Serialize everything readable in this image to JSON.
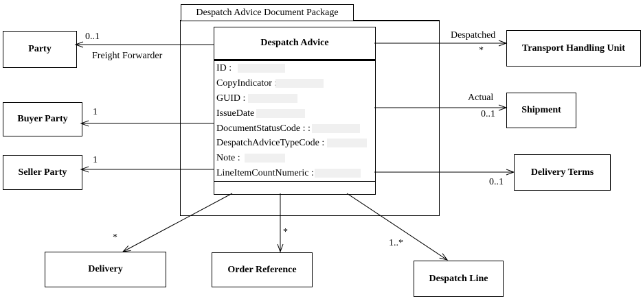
{
  "package": {
    "title": "Despatch Advice Document Package"
  },
  "despatch_advice": {
    "title": "Despatch Advice",
    "attributes": [
      "ID :",
      "CopyIndicator :",
      "GUID :",
      "IssueDate :",
      "DocumentStatusCode : :",
      "DespatchAdviceTypeCode :",
      "Note :",
      "LineItemCountNumeric :"
    ]
  },
  "classes": {
    "party": "Party",
    "buyer_party": "Buyer Party",
    "seller_party": "Seller Party",
    "transport_handling_unit": "Transport Handling Unit",
    "shipment": "Shipment",
    "delivery_terms": "Delivery Terms",
    "delivery": "Delivery",
    "order_reference": "Order Reference",
    "despatch_line": "Despatch Line"
  },
  "associations": {
    "party": {
      "multiplicity": "0..1",
      "role": "Freight Forwarder"
    },
    "buyer_party": {
      "multiplicity": "1"
    },
    "seller_party": {
      "multiplicity": "1"
    },
    "transport_handling_unit": {
      "role": "Despatched",
      "multiplicity": "*"
    },
    "shipment": {
      "role": "Actual",
      "multiplicity": "0..1"
    },
    "delivery_terms": {
      "multiplicity": "0..1"
    },
    "delivery": {
      "multiplicity": "*"
    },
    "order_reference": {
      "multiplicity": "*"
    },
    "despatch_line": {
      "multiplicity": "1..*"
    }
  },
  "colors": {
    "line": "#000000",
    "background": "#ffffff",
    "value_placeholder": "#f0f0f0"
  }
}
